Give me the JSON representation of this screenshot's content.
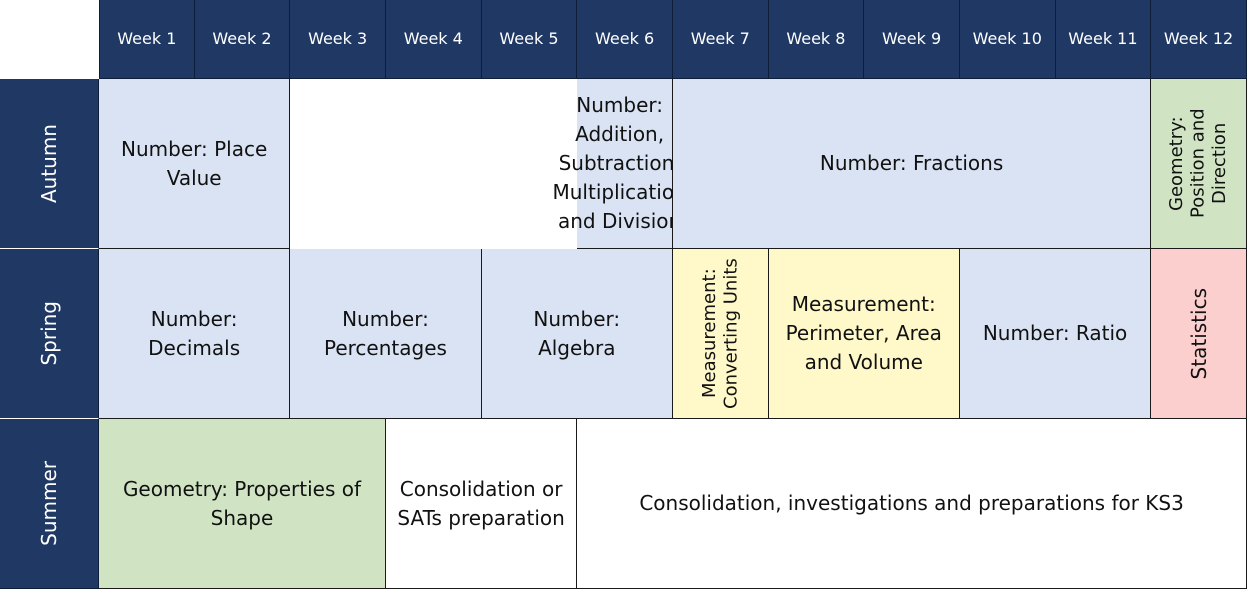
{
  "weeks": [
    "Week 1",
    "Week 2",
    "Week 3",
    "Week 4",
    "Week 5",
    "Week 6",
    "Week 7",
    "Week 8",
    "Week 9",
    "Week 10",
    "Week 11",
    "Week 12"
  ],
  "terms": {
    "autumn": "Autumn",
    "spring": "Spring",
    "summer": "Summer"
  },
  "autumn": {
    "place_value": "Number: Place Value",
    "add_sub_mult_div": "Number: Addition, Subtraction, Multiplication and Division",
    "fractions": "Number: Fractions",
    "position_direction": "Geometry: Position and Direction"
  },
  "spring": {
    "decimals": "Number: Decimals",
    "percentages": "Number: Percentages",
    "algebra": "Number: Algebra",
    "converting_units": "Measurement: Converting Units",
    "perimeter_area_volume": "Measurement: Perimeter, Area and Volume",
    "ratio": "Number: Ratio",
    "statistics": "Statistics"
  },
  "summer": {
    "properties_of_shape": "Geometry: Properties of Shape",
    "sats_prep": "Consolidation or SATs preparation",
    "ks3": "Consolidation, investigations and preparations for KS3"
  },
  "colors": {
    "header_navy": "#1f3864",
    "number_blue": "#dae3f3",
    "geometry_green": "#d0e4c4",
    "measurement_yellow": "#fff8c9",
    "statistics_red": "#fccfcf"
  }
}
